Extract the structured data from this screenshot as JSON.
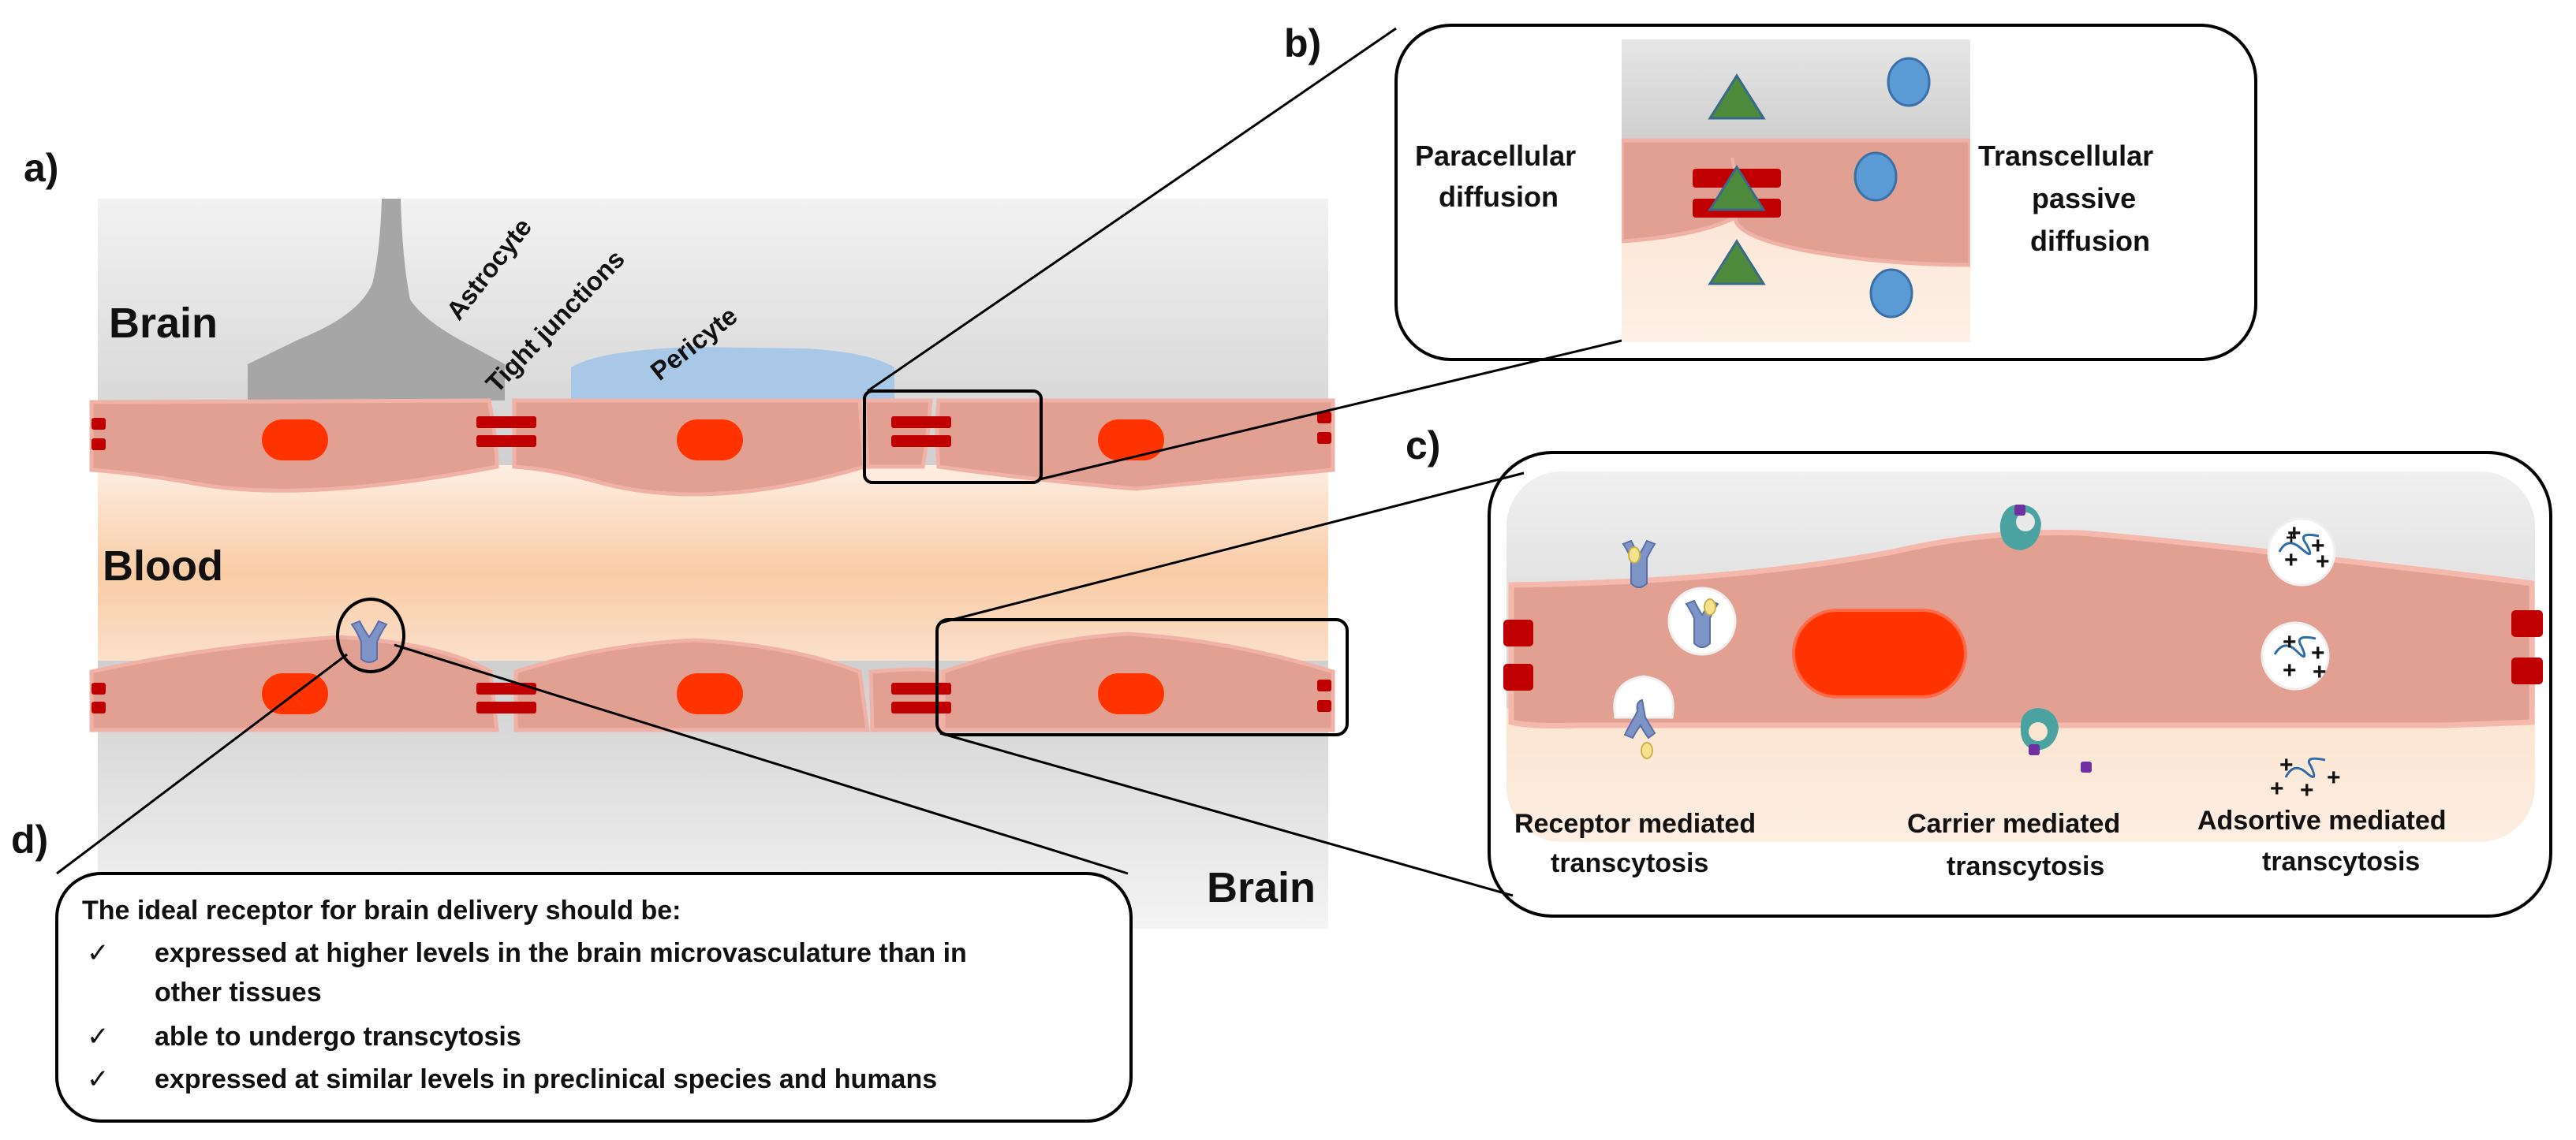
{
  "panels": {
    "a": "a)",
    "b": "b)",
    "c": "c)",
    "d": "d)"
  },
  "panel_a": {
    "brain_top": "Brain",
    "blood": "Blood",
    "brain_bottom": "Brain",
    "astrocyte": "Astrocyte",
    "tight_junctions": "Tight junctions",
    "pericyte": "Pericyte"
  },
  "panel_b": {
    "paracellular_line1": "Paracellular",
    "paracellular_line2": "diffusion",
    "transcellular_line1": "Transcellular",
    "transcellular_line2": "passive",
    "transcellular_line3": "diffusion"
  },
  "panel_c": {
    "receptor_line1": "Receptor mediated",
    "receptor_line2": "transcytosis",
    "carrier_line1": "Carrier mediated",
    "carrier_line2": "transcytosis",
    "adsortive_line1": "Adsortive mediated",
    "adsortive_line2": "transcytosis"
  },
  "panel_d": {
    "heading": "The ideal receptor for brain delivery should be:",
    "check_mark": "✓",
    "items": [
      "expressed at higher levels in the brain microvasculature than in",
      "other tissues",
      "able to undergo transcytosis",
      "expressed at similar levels in preclinical species and humans"
    ]
  },
  "colors": {
    "endothelium": "#e2a093",
    "endothelium_edge": "#f0b2a6",
    "nucleus": "#ff3300",
    "tight_junction": "#c00000",
    "brain_gray": "#d9d9d9",
    "blood_peach": "#f8cfae",
    "astrocyte": "#a6a6a6",
    "pericyte": "#a9c8e8",
    "triangle": "#4e8a3c",
    "circle": "#5b9bd5",
    "receptor": "#7f94c6",
    "carrier": "#4aa3a0",
    "purple": "#7030a0",
    "ligand": "#f4e28c"
  }
}
